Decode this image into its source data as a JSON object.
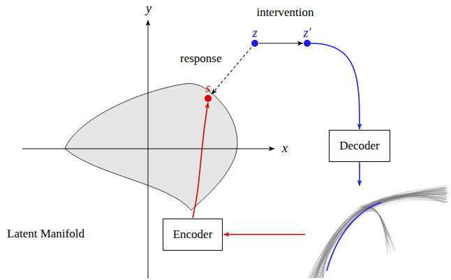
{
  "diagram": {
    "nodes": [
      {
        "text": [
          "s"
        ]
      },
      {
        "text": [
          "z"
        ]
      },
      {
        "text": [
          "z′"
        ]
      },
      {
        "text": [
          "Decoder"
        ]
      },
      {
        "text": [
          "Encoder"
        ]
      }
    ],
    "edges": [
      {
        "from": 1,
        "to": 2,
        "arrow": "to",
        "label": "intervention"
      },
      {
        "from": 1,
        "to": 0,
        "arrow": "to",
        "label": "response"
      },
      {
        "from": 2,
        "to": 3,
        "arrow": "to"
      },
      {
        "from": 4,
        "to": 0,
        "arrow": "to"
      }
    ],
    "labels": [
      "x",
      "y",
      "Latent Manifold"
    ]
  }
}
